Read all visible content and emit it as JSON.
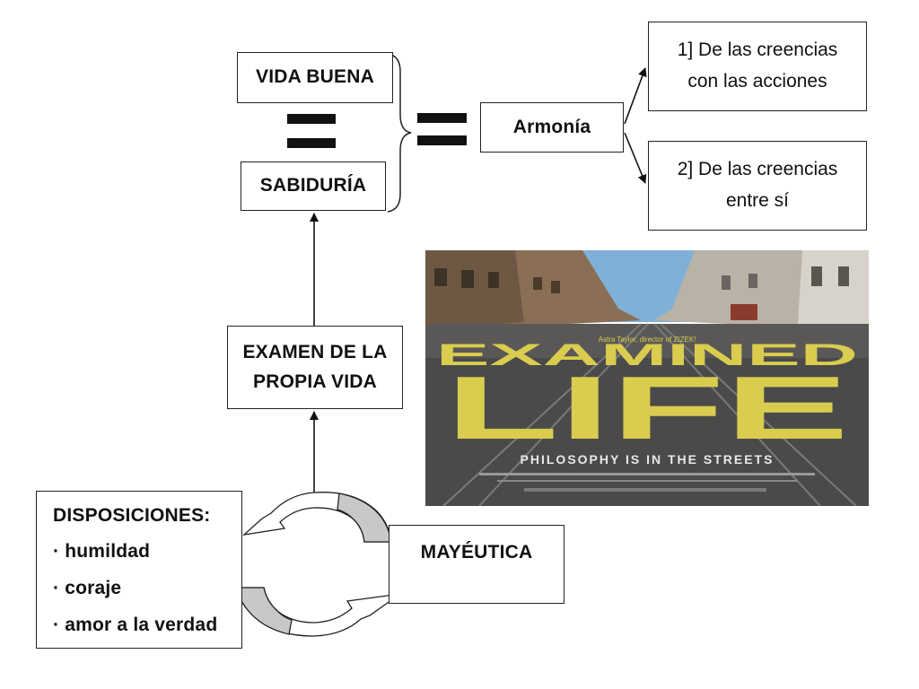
{
  "diagram": {
    "vida_buena": "VIDA BUENA",
    "sabiduria": "SABIDURÍA",
    "armonia": "Armonía",
    "creencias_acciones": [
      "1] De las creencias",
      "con las acciones"
    ],
    "creencias_entre_si": [
      "2] De las creencias",
      "entre sí"
    ],
    "examen": [
      "EXAMEN DE LA",
      "PROPIA VIDA"
    ],
    "mayeutica": "MAYÉUTICA",
    "disposiciones": {
      "title": "DISPOSICIONES:",
      "items": [
        "· humildad",
        "· coraje",
        "· amor a la verdad"
      ]
    }
  },
  "poster": {
    "small_text": "Astra Taylor, director of ZIZEK!",
    "title_line1": "EXAMINED",
    "title_line2": "LIFE",
    "tagline": "PHILOSOPHY IS IN THE STREETS"
  },
  "colors": {
    "arrow_fill": "#c8c8c8",
    "poster_yellow": "#d9cc4f",
    "road": "#4a4a4a",
    "sky": "#7fb0d8"
  }
}
